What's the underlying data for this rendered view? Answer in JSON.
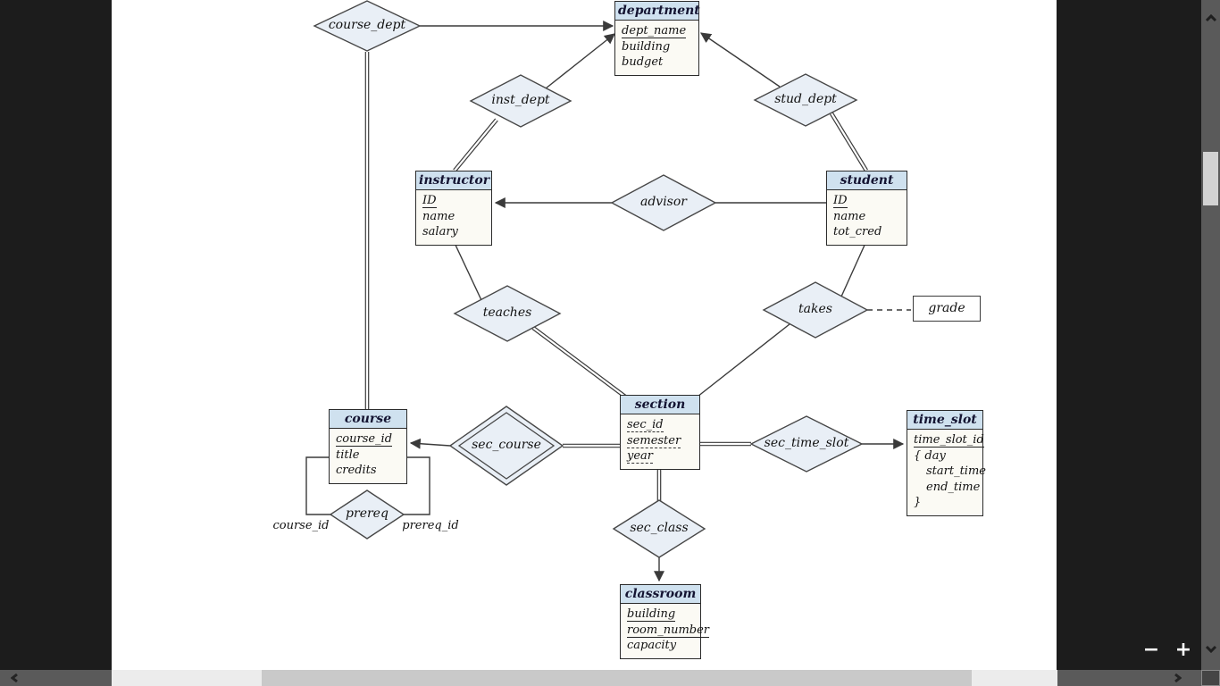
{
  "viewer": {
    "zoom_out_label": "−",
    "zoom_in_label": "+",
    "icons": {
      "scroll_up": "chevron-up",
      "scroll_down": "chevron-down",
      "scroll_left": "chevron-left",
      "scroll_right": "chevron-right"
    }
  },
  "colors": {
    "entity_header": "#cfe1ef",
    "entity_body": "#fbfaf4",
    "diamond_fill": "#e9eff6",
    "line": "#3a3a3a",
    "letterbox": "#1c1c1c",
    "scrollbar_dark": "#5a5a5a",
    "scrollbar_track": "#ececec",
    "scrollbar_thumb": "#c9c9c9"
  },
  "diagram": {
    "entities": [
      {
        "id": "department",
        "title": "department",
        "attributes": [
          {
            "text": "dept_name",
            "key": "primary"
          },
          {
            "text": "building",
            "key": "none"
          },
          {
            "text": "budget",
            "key": "none"
          }
        ]
      },
      {
        "id": "instructor",
        "title": "instructor",
        "attributes": [
          {
            "text": "ID",
            "key": "primary"
          },
          {
            "text": "name",
            "key": "none"
          },
          {
            "text": "salary",
            "key": "none"
          }
        ]
      },
      {
        "id": "student",
        "title": "student",
        "attributes": [
          {
            "text": "ID",
            "key": "primary"
          },
          {
            "text": "name",
            "key": "none"
          },
          {
            "text": "tot_cred",
            "key": "none"
          }
        ]
      },
      {
        "id": "course",
        "title": "course",
        "attributes": [
          {
            "text": "course_id",
            "key": "primary"
          },
          {
            "text": "title",
            "key": "none"
          },
          {
            "text": "credits",
            "key": "none"
          }
        ]
      },
      {
        "id": "section",
        "title": "section",
        "attributes": [
          {
            "text": "sec_id",
            "key": "discriminator"
          },
          {
            "text": "semester",
            "key": "discriminator"
          },
          {
            "text": "year",
            "key": "discriminator"
          }
        ]
      },
      {
        "id": "time_slot",
        "title": "time_slot",
        "attributes": [
          {
            "text": "time_slot_id",
            "key": "primary"
          },
          {
            "text": "{ day",
            "key": "none"
          },
          {
            "text": "start_time",
            "key": "none"
          },
          {
            "text": "end_time",
            "key": "none"
          },
          {
            "text": "}",
            "key": "none"
          }
        ]
      },
      {
        "id": "classroom",
        "title": "classroom",
        "attributes": [
          {
            "text": "building",
            "key": "primary"
          },
          {
            "text": "room_number",
            "key": "primary"
          },
          {
            "text": "capacity",
            "key": "none"
          }
        ]
      }
    ],
    "relationships": [
      {
        "id": "course_dept",
        "label": "course_dept",
        "identifying": false
      },
      {
        "id": "inst_dept",
        "label": "inst_dept",
        "identifying": false
      },
      {
        "id": "stud_dept",
        "label": "stud_dept",
        "identifying": false
      },
      {
        "id": "advisor",
        "label": "advisor",
        "identifying": false
      },
      {
        "id": "teaches",
        "label": "teaches",
        "identifying": false
      },
      {
        "id": "takes",
        "label": "takes",
        "identifying": false
      },
      {
        "id": "sec_course",
        "label": "sec_course",
        "identifying": true
      },
      {
        "id": "sec_time_slot",
        "label": "sec_time_slot",
        "identifying": false
      },
      {
        "id": "sec_class",
        "label": "sec_class",
        "identifying": false
      },
      {
        "id": "prereq",
        "label": "prereq",
        "identifying": false
      }
    ],
    "attribute_boxes": [
      {
        "id": "grade",
        "label": "grade",
        "attached_to": "takes",
        "line_style": "dashed"
      }
    ],
    "role_labels": [
      {
        "id": "course_id",
        "text": "course_id"
      },
      {
        "id": "prereq_id",
        "text": "prereq_id"
      }
    ],
    "connections": [
      {
        "from": "course_dept",
        "to": "department",
        "style": "single",
        "arrow": true
      },
      {
        "from": "course",
        "to": "course_dept",
        "style": "double",
        "arrow": false
      },
      {
        "from": "inst_dept",
        "to": "department",
        "style": "single",
        "arrow": true
      },
      {
        "from": "instructor",
        "to": "inst_dept",
        "style": "double",
        "arrow": false
      },
      {
        "from": "stud_dept",
        "to": "department",
        "style": "single",
        "arrow": true
      },
      {
        "from": "student",
        "to": "stud_dept",
        "style": "double",
        "arrow": false
      },
      {
        "from": "advisor",
        "to": "instructor",
        "style": "single",
        "arrow": true
      },
      {
        "from": "student",
        "to": "advisor",
        "style": "single",
        "arrow": false
      },
      {
        "from": "instructor",
        "to": "teaches",
        "style": "single",
        "arrow": false
      },
      {
        "from": "teaches",
        "to": "section",
        "style": "double",
        "arrow": false
      },
      {
        "from": "student",
        "to": "takes",
        "style": "single",
        "arrow": false
      },
      {
        "from": "takes",
        "to": "section",
        "style": "single",
        "arrow": false
      },
      {
        "from": "takes",
        "to": "grade",
        "style": "dashed",
        "arrow": false
      },
      {
        "from": "sec_course",
        "to": "course",
        "style": "single",
        "arrow": true
      },
      {
        "from": "section",
        "to": "sec_course",
        "style": "double",
        "arrow": false
      },
      {
        "from": "section",
        "to": "sec_time_slot",
        "style": "double",
        "arrow": false
      },
      {
        "from": "sec_time_slot",
        "to": "time_slot",
        "style": "single",
        "arrow": true
      },
      {
        "from": "section",
        "to": "sec_class",
        "style": "double",
        "arrow": false
      },
      {
        "from": "sec_class",
        "to": "classroom",
        "style": "single",
        "arrow": true
      },
      {
        "from": "course",
        "to": "prereq",
        "style": "single",
        "arrow": false,
        "role": "course_id"
      },
      {
        "from": "course",
        "to": "prereq",
        "style": "single",
        "arrow": false,
        "role": "prereq_id"
      }
    ]
  }
}
